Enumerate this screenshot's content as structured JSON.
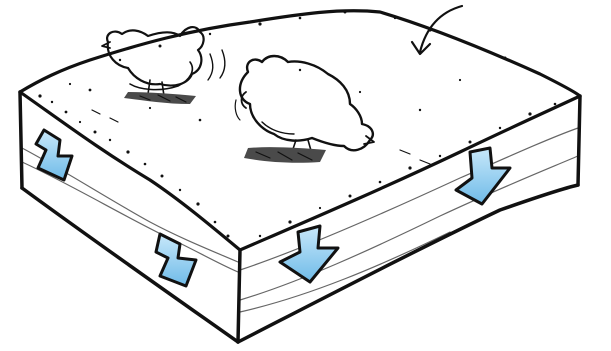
{
  "colors": {
    "ink": "#111111",
    "paper": "#ffffff",
    "bed_top": "#ffffff",
    "arrow_fill": "#8ccbef",
    "arrow_fill_light": "#c8e8fa",
    "shadow": "#4a4a4a"
  },
  "illustration": {
    "subject": "chickens-on-deep-litter-bed",
    "chicken_count": 2,
    "arrow_count": 5,
    "arrow_direction": "down"
  }
}
